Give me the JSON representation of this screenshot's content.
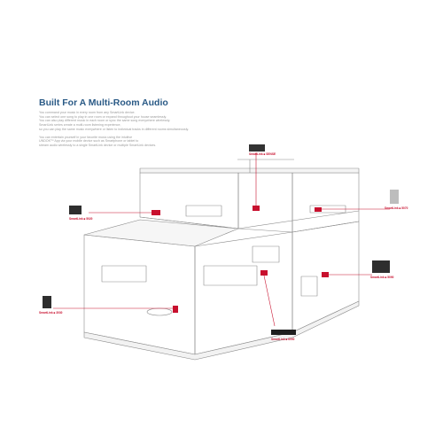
{
  "heading": "Built For A Multi-Room Audio",
  "intro_paragraph_1": [
    "You command your music in every room from any SmartLink device.",
    "You can select one song to play in one room or expand throughout your house seamlessly.",
    "You can also play different music in each room or sync the same song everywhere wirelessly.",
    "SmartLink series create a multi-room listening experience,",
    "so you can play the same music everywhere or listen to individual tracks in different rooms simultaneously."
  ],
  "intro_paragraph_2": [
    "You can entertain yourself in your favorite music using the intuitive",
    "UNDOK™ App via your mobile device such as Smartphone or tablet to",
    "stream audio wirelessly to a single SmartLink device or multiple SmartLink devices."
  ],
  "callouts": {
    "top_center": "SmartLink ■ SENSE",
    "upper_left": "SmartLink ■ 5020",
    "upper_right": "SmartLink ■ 5070",
    "right_middle": "SmartLink ■ 5090",
    "lower_left": "SmartLink ■ 3030",
    "bottom_center": "SmartLink ■ 6000"
  },
  "colors": {
    "accent_red": "#c8102e",
    "title_blue": "#2a5a86",
    "line_gray": "#8a8a8a"
  }
}
